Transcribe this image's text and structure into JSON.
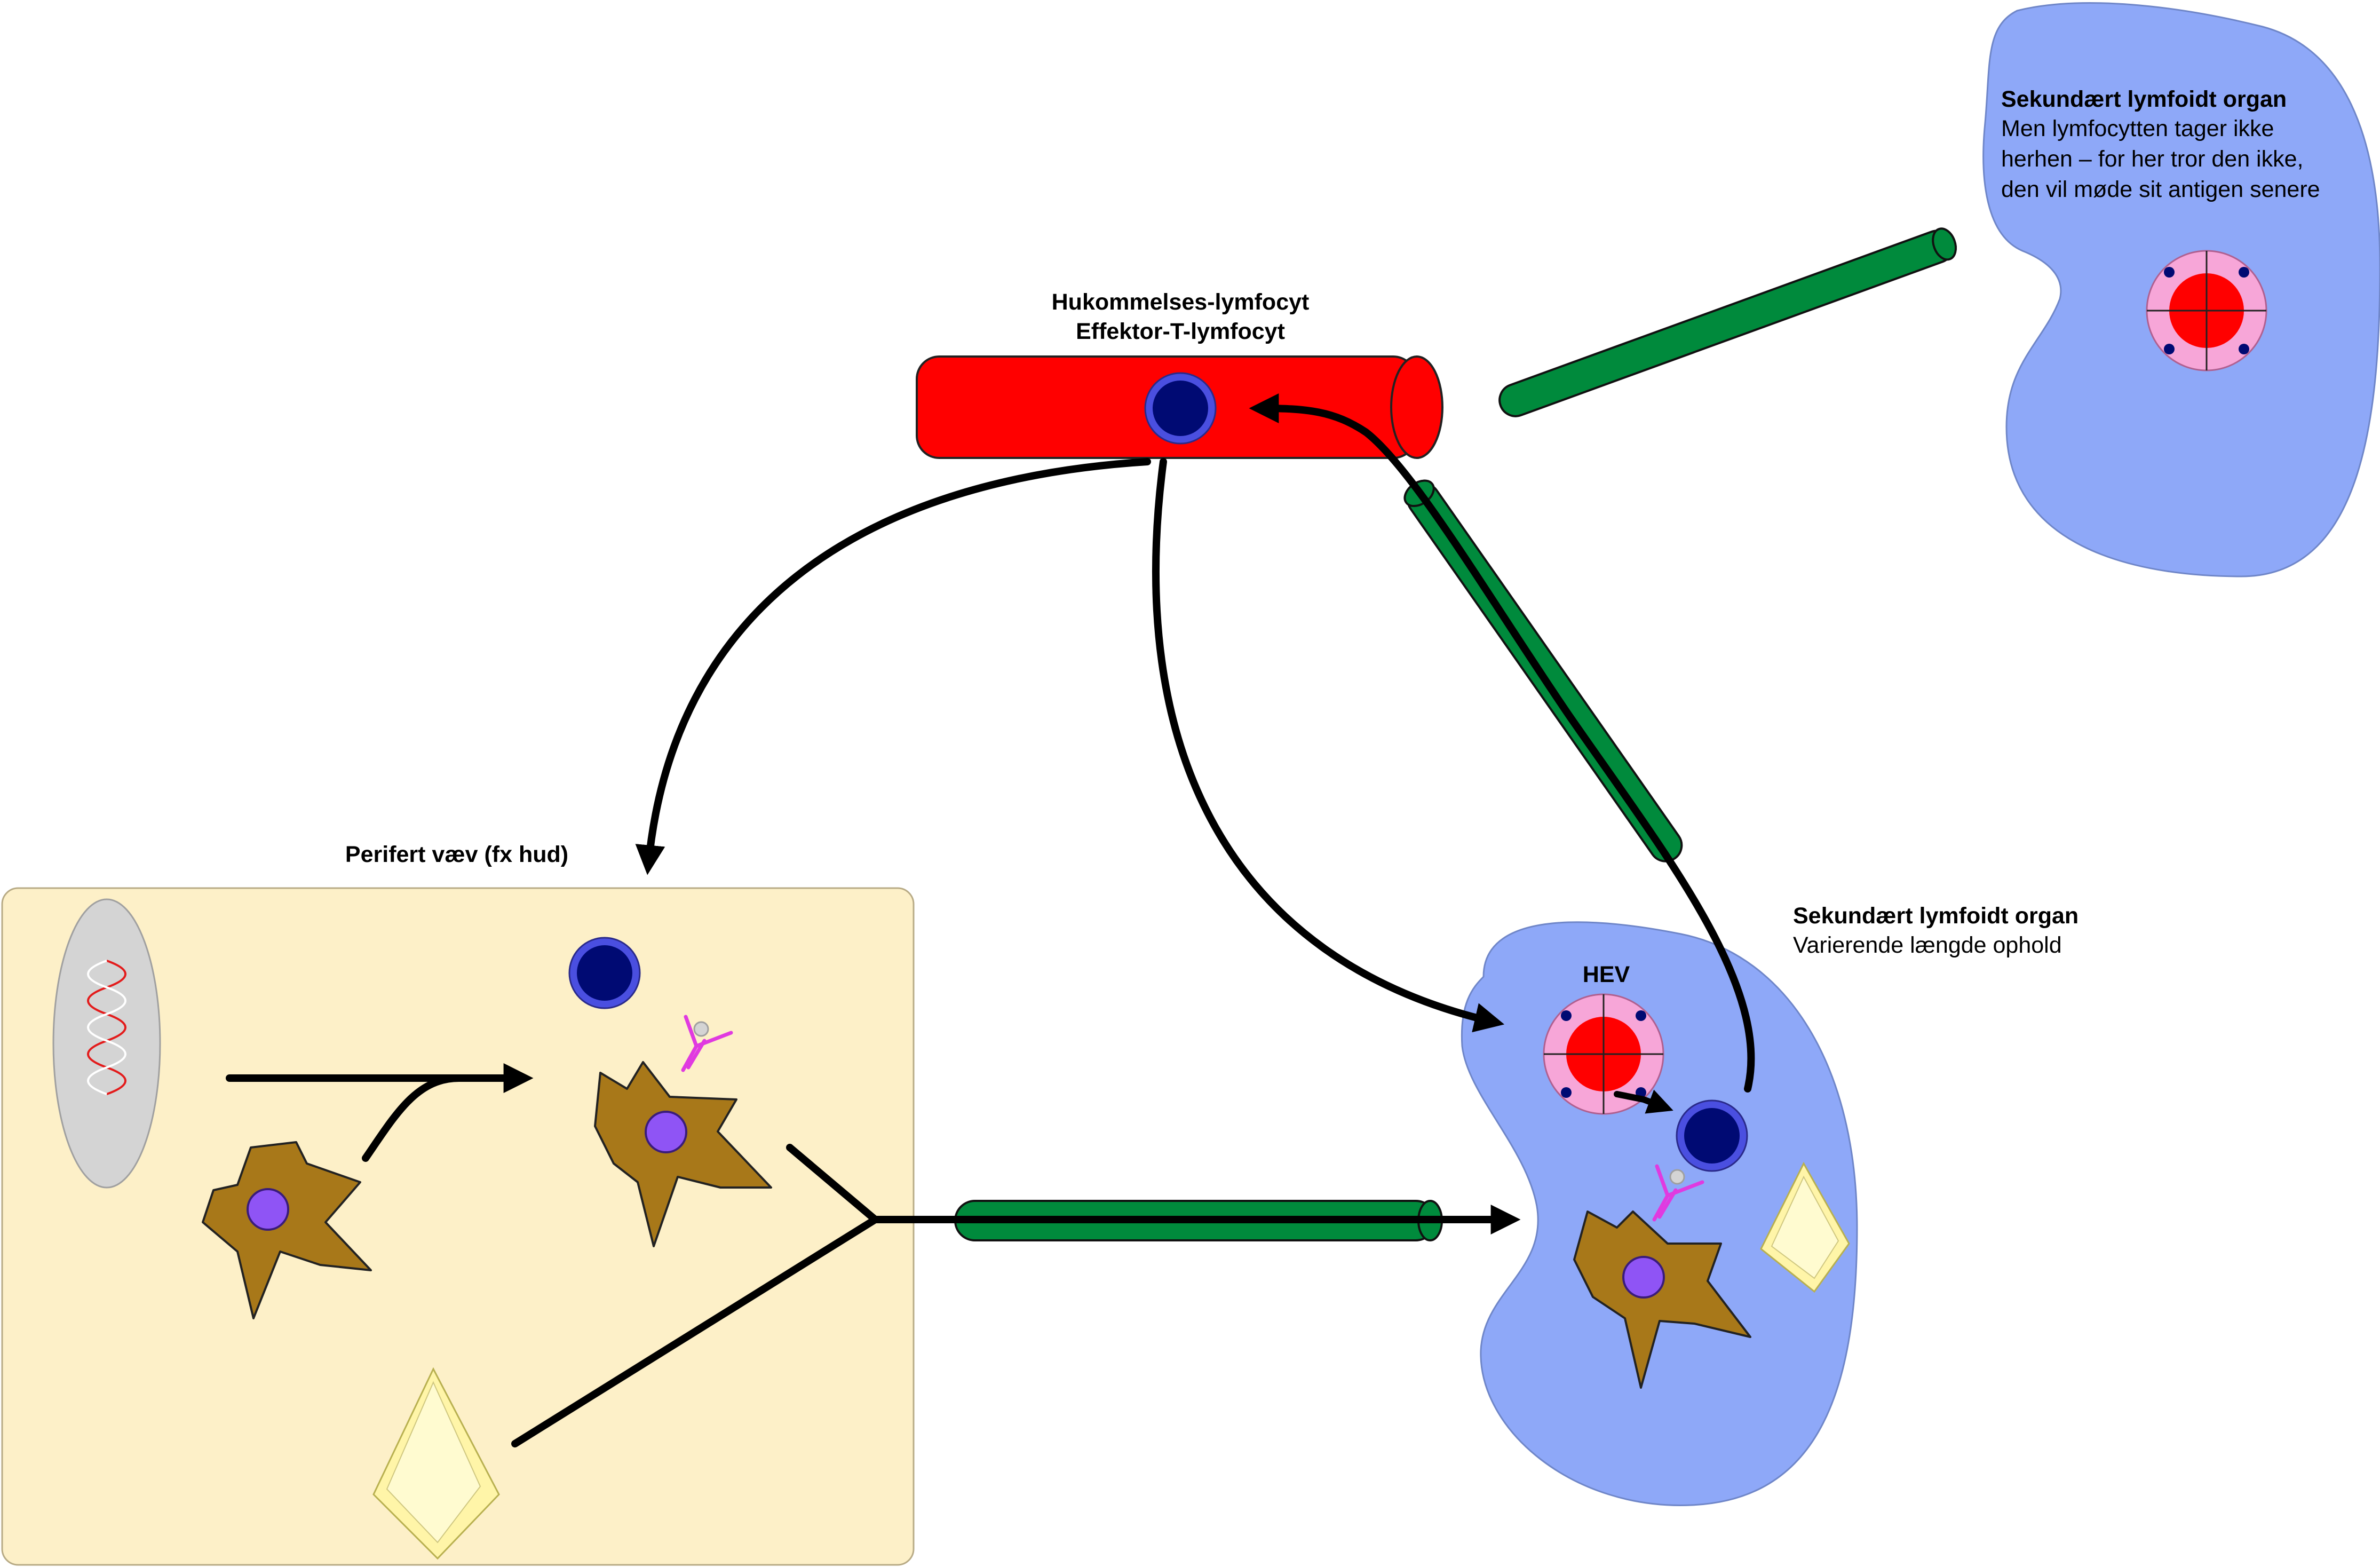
{
  "labels": {
    "blood_vessel_line1": "Hukommelses-lymfocyt",
    "blood_vessel_line2": "Effektor-T-lymfocyt",
    "peripheral_tissue": "Perifert væv (fx hud)",
    "lymph_organ_bottom_title": "Sekundært lymfoidt organ",
    "lymph_organ_bottom_desc": "Varierende længde ophold",
    "hev": "HEV",
    "lymph_organ_top_title": "Sekundært lymfoidt organ",
    "lymph_organ_top_desc_1": "Men lymfocytten tager ikke",
    "lymph_organ_top_desc_2": "herhen – for her tror den ikke,",
    "lymph_organ_top_desc_3": "den vil møde sit antigen senere"
  },
  "colors": {
    "tissue_fill": "#fdf0c8",
    "tissue_border": "#b8ab86",
    "organ_fill": "#8ea8f8",
    "organ_border": "#6f86c8",
    "vessel_red": "#ff0000",
    "lymph_green": "#008a3c",
    "lymphocyte_dark": "#000a73",
    "lymphocyte_ring": "#4a4fe0",
    "dendritic_brown": "#a87819",
    "nucleus_purple": "#8f54f5",
    "hev_pink": "#f7a6d8",
    "antibody_magenta": "#e03ae0",
    "crystal_yellow": "#fff5a8",
    "pathogen_grey": "#d4d4d4",
    "dna_red": "#e31b1b"
  }
}
